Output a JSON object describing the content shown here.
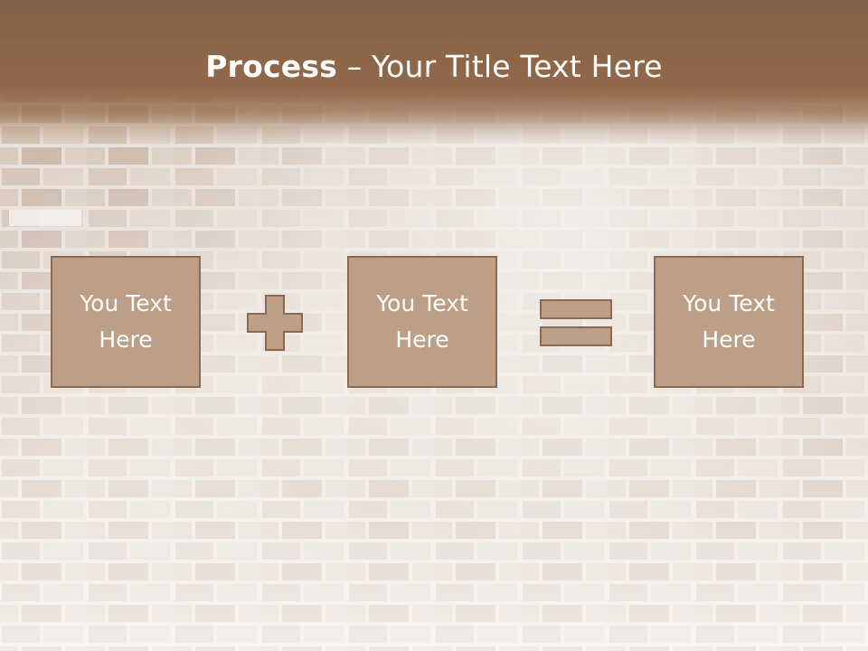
{
  "slide": {
    "title_bold": "Process",
    "title_rest": " – Your Title Text Here",
    "boxes": [
      {
        "line1": "You Text",
        "line2": "Here"
      },
      {
        "line1": "You Text",
        "line2": "Here"
      },
      {
        "line1": "You Text",
        "line2": "Here"
      }
    ],
    "operators": [
      "plus-icon",
      "equals-icon"
    ]
  },
  "colors": {
    "header": "#8a6547",
    "box_fill": "#bd9f87",
    "box_border": "#8a6a50",
    "text": "#ffffff"
  }
}
